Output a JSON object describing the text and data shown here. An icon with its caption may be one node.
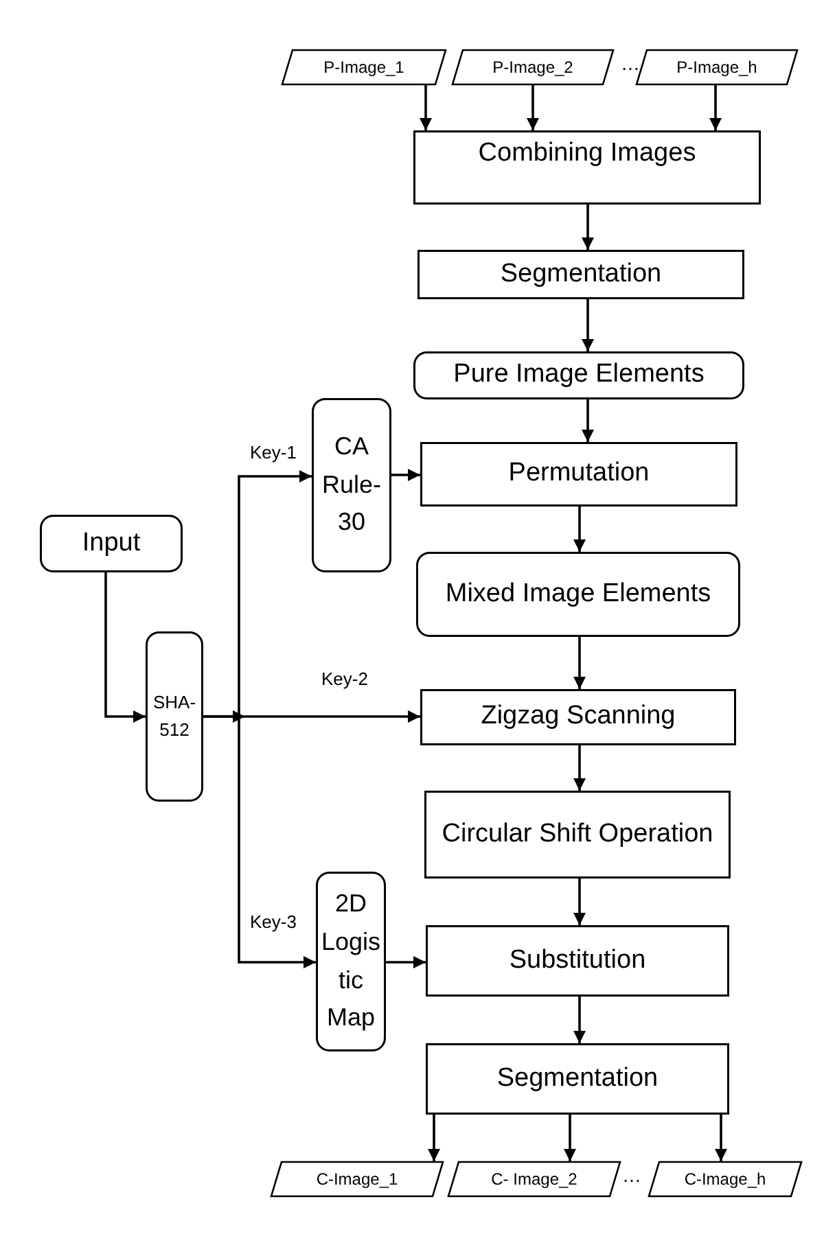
{
  "diagram": {
    "nodes": [
      {
        "text": [
          "P-Image_1"
        ]
      },
      {
        "text": [
          "P-Image_2"
        ]
      },
      {
        "text": [
          "P-Image_h"
        ]
      },
      {
        "text": [
          "Combining Images"
        ]
      },
      {
        "text": [
          "Segmentation"
        ]
      },
      {
        "text": [
          "Pure Image Elements"
        ]
      },
      {
        "text": [
          "Input"
        ]
      },
      {
        "text": [
          "CA Rule- 30"
        ]
      },
      {
        "text": [
          "Permutation"
        ]
      },
      {
        "text": [
          "Mixed Image Elements"
        ]
      },
      {
        "text": [
          "SHA- 512"
        ]
      },
      {
        "text": [
          "Zigzag Scanning"
        ]
      },
      {
        "text": [
          "Circular Shift Operation"
        ]
      },
      {
        "text": [
          "2D Logis tic Map"
        ]
      },
      {
        "text": [
          "Substitution"
        ]
      },
      {
        "text": [
          "Segmentation"
        ]
      },
      {
        "text": [
          "C-Image_1"
        ]
      },
      {
        "text": [
          "C- Image_2"
        ]
      },
      {
        "text": [
          "C-Image_h"
        ]
      }
    ],
    "edges": [
      {
        "from": 0,
        "to": 3,
        "arrow": "to"
      },
      {
        "from": 1,
        "to": 3,
        "arrow": "to"
      },
      {
        "from": 2,
        "to": 3,
        "arrow": "to"
      },
      {
        "from": 3,
        "to": 4,
        "arrow": "to"
      },
      {
        "from": 4,
        "to": 5,
        "arrow": "to"
      },
      {
        "from": 5,
        "to": 8,
        "arrow": "to"
      },
      {
        "from": 6,
        "to": 10,
        "arrow": "to"
      },
      {
        "from": 10,
        "to": 7,
        "arrow": "to",
        "label": "Key-1"
      },
      {
        "from": 7,
        "to": 8,
        "arrow": "to"
      },
      {
        "from": 8,
        "to": 9,
        "arrow": "to"
      },
      {
        "from": 10,
        "to": 11,
        "arrow": "to",
        "label": "Key-2"
      },
      {
        "from": 9,
        "to": 11,
        "arrow": "to"
      },
      {
        "from": 10,
        "to": 13,
        "arrow": "to",
        "label": "Key-3"
      },
      {
        "from": 11,
        "to": 12,
        "arrow": "to"
      },
      {
        "from": 13,
        "to": 14,
        "arrow": "to"
      },
      {
        "from": 12,
        "to": 14,
        "arrow": "to"
      },
      {
        "from": 14,
        "to": 15,
        "arrow": "to"
      },
      {
        "from": 15,
        "to": 16,
        "arrow": "to"
      },
      {
        "from": 15,
        "to": 17,
        "arrow": "to"
      },
      {
        "from": 15,
        "to": 18,
        "arrow": "to"
      }
    ],
    "labels": [
      "…",
      "…"
    ]
  }
}
